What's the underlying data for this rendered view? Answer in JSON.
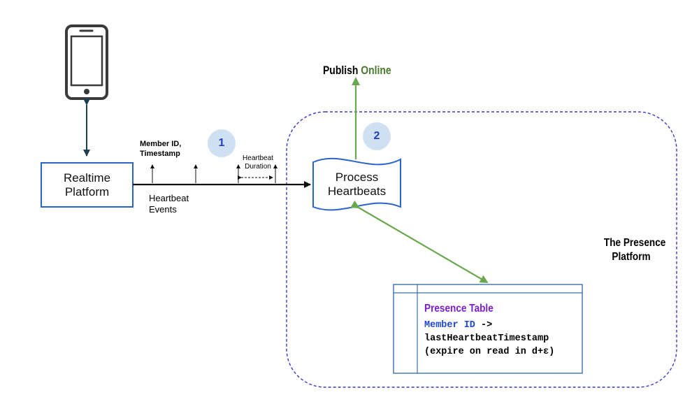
{
  "title": {
    "publish_prefix": "Publish",
    "publish_status": "Online"
  },
  "nodes": {
    "realtime_platform": [
      "Realtime",
      "Platform"
    ],
    "process_heartbeats": [
      "Process",
      "Heartbeats"
    ],
    "presence_platform": [
      "The Presence",
      "Platform"
    ]
  },
  "labels": {
    "member_id_timestamp": [
      "Member ID,",
      "Timestamp"
    ],
    "heartbeat_duration": [
      "Heartbeat",
      "Duration"
    ],
    "heartbeat_events": [
      "Heartbeat",
      "Events"
    ]
  },
  "steps": [
    "1",
    "2"
  ],
  "presence_table": {
    "title": "Presence Table",
    "key": "Member ID",
    "arrow": "->",
    "value": "lastHeartbeatTimestamp",
    "note": "(expire on read in d+ε)"
  },
  "colors": {
    "blue_border": "#2a63c9",
    "dashed_border": "#3a36c9",
    "green": "#6aa84f",
    "dark_teal": "#1d3f4f",
    "online_green": "#4a7a2c",
    "table_title": "#7d1fcf",
    "key_blue": "#1f47d6",
    "circle_fill": "#cfe0f3"
  },
  "icons": [
    "smartphone-icon"
  ]
}
